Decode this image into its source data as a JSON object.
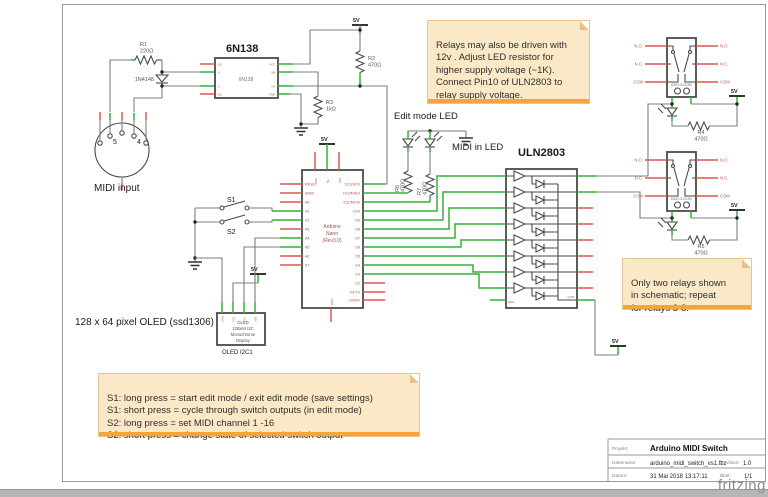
{
  "notes": {
    "relay_note": "Relays may also be driven with\n12v . Adjust LED resistor for\nhigher supply voltage (~1K).\nConnect Pin10 of ULN2803 to\nrelay supply voltage.",
    "repeat_note": "Only two relays shown\nin schematic; repeat\nfor relays 3-8.",
    "switch_note": "S1: long press = start edit mode / exit edit mode (save settings)\nS1: short press = cycle through switch outputs (in edit mode)\nS2: long press = set MIDI channel 1 -16\nS2: short press = change state of selected switch output"
  },
  "labels": {
    "midi_input": "MIDI input",
    "edit_mode_led": "Edit mode LED",
    "midi_in_led": "MIDI in LED",
    "oled_caption": "128 x 64 pixel OLED (ssd1306)",
    "fritzing": "fritzing"
  },
  "power": {
    "v5": "5V"
  },
  "components": {
    "r1": {
      "name": "R1",
      "value": "220Ω"
    },
    "r2": {
      "name": "R2",
      "value": "470Ω"
    },
    "r3": {
      "name": "R3",
      "value": "1kΩ"
    },
    "r4": {
      "name": "R4",
      "value": "470Ω"
    },
    "r5": {
      "name": "R5",
      "value": "470Ω"
    },
    "r6": {
      "name": "R6",
      "value": "470Ω"
    },
    "r7": {
      "name": "R7",
      "value": "470Ω"
    },
    "diode": {
      "part": "1N4148"
    },
    "din": {
      "pin5": "5",
      "pin4": "4"
    },
    "sw1": "S1",
    "sw2": "S2",
    "opto": {
      "title": "6N138",
      "inner": "6N138",
      "pins_left": [
        "NC",
        "A",
        "C",
        "NC"
      ],
      "pins_right": [
        "VCC",
        "VB",
        "VO",
        "GND"
      ]
    },
    "arduino": {
      "line1": "Arduino",
      "line2": "Nano",
      "line3": "(Rev3.0)",
      "pins_left": [
        "RESET",
        "AREF",
        "A0",
        "A1",
        "A2",
        "A3",
        "A4",
        "A5",
        "A6",
        "A7"
      ],
      "pins_right": [
        "D13/SCK",
        "D12/MISO",
        "D11/MOSI",
        "D10",
        "D9",
        "D8",
        "D7",
        "D6",
        "D5",
        "D4",
        "D3",
        "D2",
        "D1/TX",
        "D0/RX"
      ],
      "pins_top": [
        "VIN",
        "5V",
        "3V3"
      ],
      "pin_bottom": "GND"
    },
    "uln": {
      "title": "ULN2803",
      "gnd": "GND",
      "com": "COM"
    },
    "relay": {
      "part": "DS2Y-S-DC5V",
      "pin_no": "N.O.",
      "pin_nc": "N.C.",
      "pin_com": "COM"
    },
    "oled": {
      "line1": "OLED",
      "line2": "128x64 I2C",
      "line3": "Monochrome",
      "line4": "Display",
      "label": "OLED I2C1",
      "pins": [
        "GND",
        "VCC",
        "SCL",
        "SDA"
      ]
    }
  },
  "titleblock": {
    "project_label": "Projekt:",
    "project": "Arduino MIDI Switch",
    "filename_label": "Dateiname:",
    "filename": "arduino_midi_switch_vs1.fzz",
    "revision_label": "Revision:",
    "revision": "1.0",
    "date_label": "Datum:",
    "date": "31 Mai 2018 13:17:11",
    "sheet_label": "Blatt:",
    "sheet": "1/1"
  },
  "colors": {
    "wire_green": "#35b135",
    "pin_red": "#e05555",
    "wire_gray": "#7f7f7f",
    "note_bg": "#fbe8c6",
    "note_bar": "#f5a43c"
  }
}
